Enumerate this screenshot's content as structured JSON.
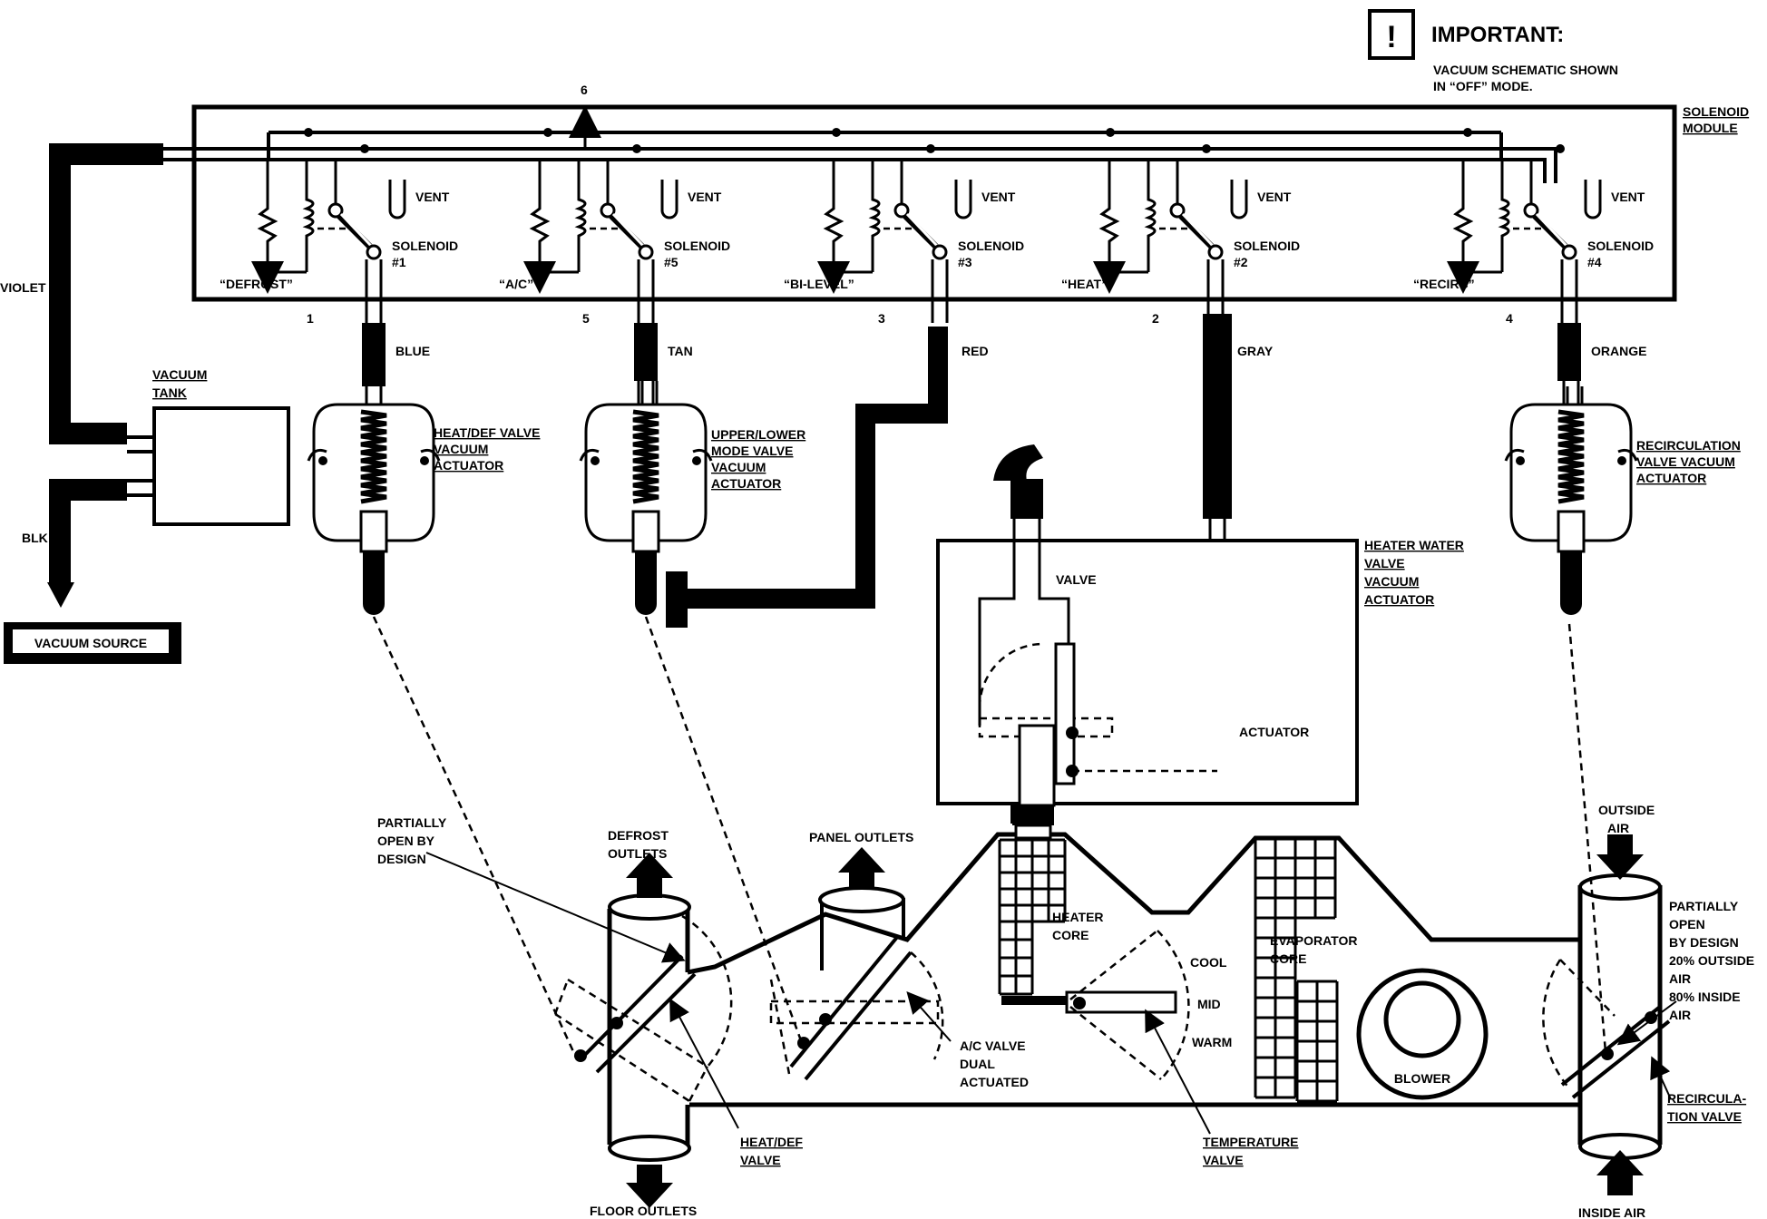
{
  "notice": {
    "icon": "exclamation-icon",
    "title": "IMPORTANT:",
    "line1": "VACUUM SCHEMATIC SHOWN",
    "line2": "IN “OFF” MODE."
  },
  "solenoid_module": {
    "line1": "SOLENOID",
    "line2": "MODULE"
  },
  "port6": "6",
  "vent": "VENT",
  "solenoids": [
    {
      "mode": "“DEFROST”",
      "line1": "SOLENOID",
      "line2": "#1",
      "port": "1",
      "hose": "BLUE"
    },
    {
      "mode": "“A/C”",
      "line1": "SOLENOID",
      "line2": "#5",
      "port": "5",
      "hose": "TAN"
    },
    {
      "mode": "“BI-LEVEL”",
      "line1": "SOLENOID",
      "line2": "#3",
      "port": "3",
      "hose": "RED"
    },
    {
      "mode": "“HEAT”",
      "line1": "SOLENOID",
      "line2": "#2",
      "port": "2",
      "hose": "GRAY"
    },
    {
      "mode": "“RECIRC”",
      "line1": "SOLENOID",
      "line2": "#4",
      "port": "4",
      "hose": "ORANGE"
    }
  ],
  "supply": {
    "violet": "VIOLET",
    "blk": "BLK",
    "source": "VACUUM SOURCE",
    "tank_line1": "VACUUM",
    "tank_line2": "TANK"
  },
  "actuators": {
    "heat_def": [
      "HEAT/DEF VALVE",
      "VACUUM",
      "ACTUATOR"
    ],
    "upper_lower": [
      "UPPER/LOWER",
      "MODE VALVE",
      "VACUUM",
      "ACTUATOR"
    ],
    "recirc": [
      "RECIRCULATION",
      "VALVE VACUUM",
      "ACTUATOR"
    ],
    "heater_water": [
      "HEATER WATER",
      "VALVE",
      "VACUUM",
      "ACTUATOR"
    ],
    "valve": "VALVE",
    "actuator": "ACTUATOR"
  },
  "airbox": {
    "partially_open": [
      "PARTIALLY",
      "OPEN BY",
      "DESIGN"
    ],
    "defrost_outlets": [
      "DEFROST",
      "OUTLETS"
    ],
    "panel_outlets": "PANEL OUTLETS",
    "heater_core": [
      "HEATER",
      "CORE"
    ],
    "cool": "COOL",
    "mid": "MID",
    "warm": "WARM",
    "evaporator_core": [
      "EVAPORATOR",
      "CORE"
    ],
    "blower": "BLOWER",
    "outside_air": [
      "OUTSIDE",
      "AIR"
    ],
    "recirc_partial": [
      "PARTIALLY",
      "OPEN",
      "BY DESIGN",
      "20% OUTSIDE",
      "AIR",
      "80% INSIDE",
      "AIR"
    ],
    "recirc_valve": [
      "RECIRCULA-",
      "TION VALVE"
    ],
    "ac_valve": [
      "A/C VALVE",
      "DUAL",
      "ACTUATED"
    ],
    "heat_def_valve": [
      "HEAT/DEF",
      "VALVE"
    ],
    "temp_valve": [
      "TEMPERATURE",
      "VALVE"
    ],
    "floor_outlets": "FLOOR OUTLETS",
    "inside_air": "INSIDE AIR"
  }
}
